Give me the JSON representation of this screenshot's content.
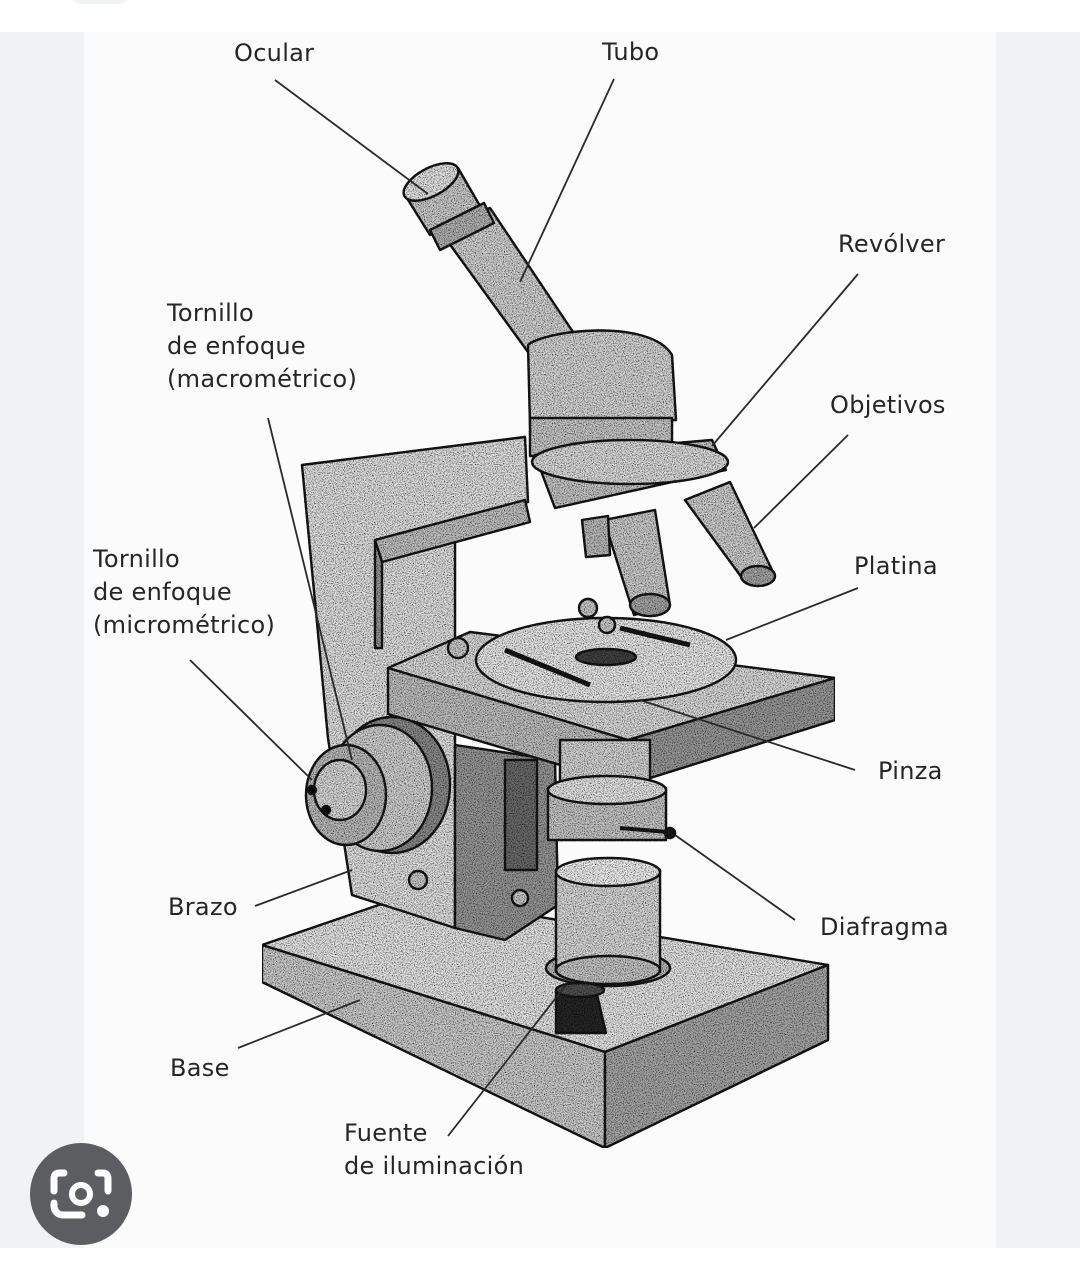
{
  "diagram": {
    "labels": {
      "ocular": "Ocular",
      "tubo": "Tubo",
      "revolver": "Revólver",
      "objetivos": "Objetivos",
      "platina": "Platina",
      "pinza": "Pinza",
      "diafragma": "Diafragma",
      "macro": "Tornillo\nde enfoque\n(macrométrico)",
      "micro": "Tornillo\nde enfoque\n(micrométrico)",
      "brazo": "Brazo",
      "base": "Base",
      "fuente": "Fuente\nde iluminación"
    }
  },
  "overlay": {
    "lens_icon": "google-lens-icon"
  },
  "colors": {
    "ink": "#262626",
    "paper": "#fbfbfb",
    "lens_button": "#5b5d60"
  }
}
